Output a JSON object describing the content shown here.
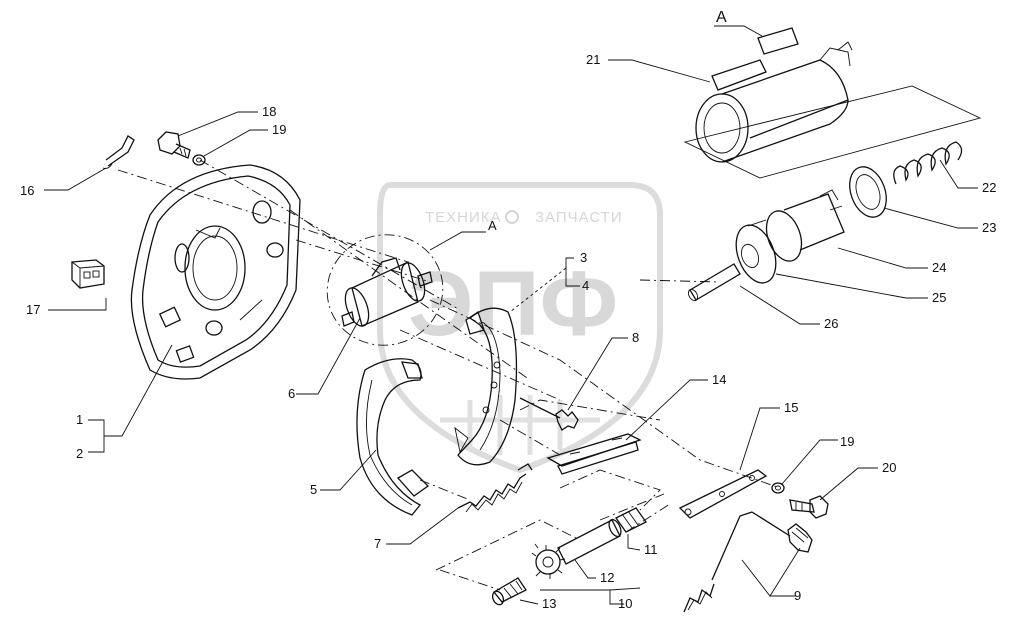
{
  "view_letter_top": "A",
  "view_letter_mid": "A",
  "watermark": {
    "company_left": "ТЕХНИКА",
    "company_right": "ЗАПЧАСТИ",
    "logo": "ЭПФ"
  },
  "callouts": {
    "c1": "1",
    "c2": "2",
    "c3": "3",
    "c4": "4",
    "c5": "5",
    "c6": "6",
    "c7": "7",
    "c8": "8",
    "c9": "9",
    "c10": "10",
    "c11": "11",
    "c12": "12",
    "c13": "13",
    "c14": "14",
    "c15": "15",
    "c16": "16",
    "c17": "17",
    "c18": "18",
    "c19a": "19",
    "c19b": "19",
    "c20": "20",
    "c21": "21",
    "c22": "22",
    "c23": "23",
    "c24": "24",
    "c25": "25",
    "c26": "26"
  }
}
